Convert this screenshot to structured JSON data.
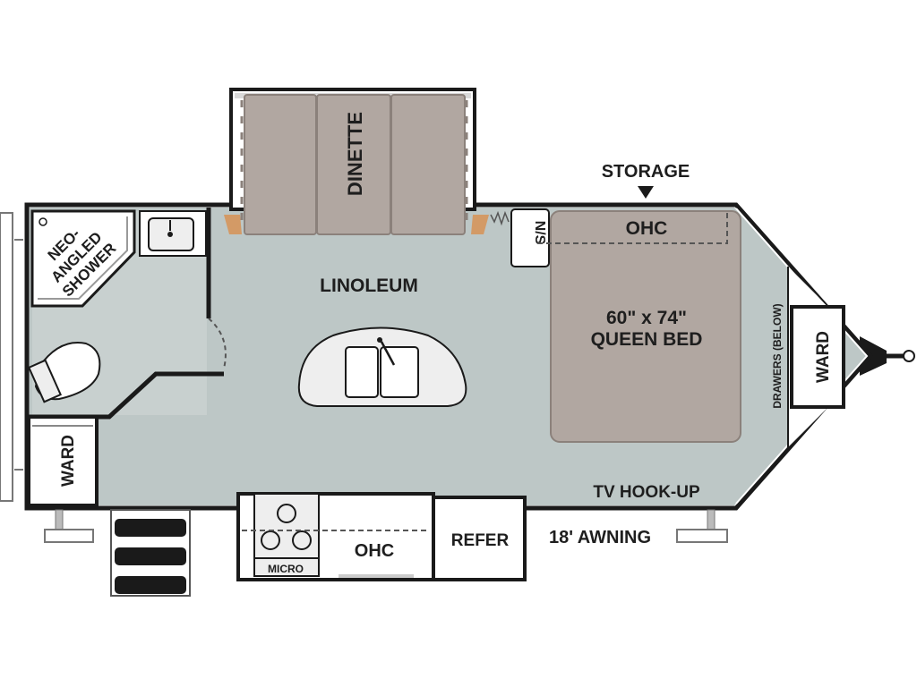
{
  "labels": {
    "storage": "STORAGE",
    "dinette": "DINETTE",
    "linoleum": "LINOLEUM",
    "ns": "N/S",
    "ohc_bedroom": "OHC",
    "bed_size": "60\" x 74\"",
    "bed_name": "QUEEN BED",
    "shower_line1": "NEO-",
    "shower_line2": "ANGLED",
    "shower_line3": "SHOWER",
    "drawers": "DRAWERS (BELOW)",
    "ward_front": "WARD",
    "ward_rear": "WARD",
    "tv": "TV HOOK-UP",
    "ohc_kitchen": "OHC",
    "refer": "REFER",
    "micro": "MICRO",
    "awning": "18' AWNING"
  },
  "colors": {
    "floor": "#bdc7c6",
    "furniture": "#b1a7a1",
    "wall": "#1a1a1a",
    "counter": "#eeeeee",
    "accent_wood": "#d39a66"
  }
}
